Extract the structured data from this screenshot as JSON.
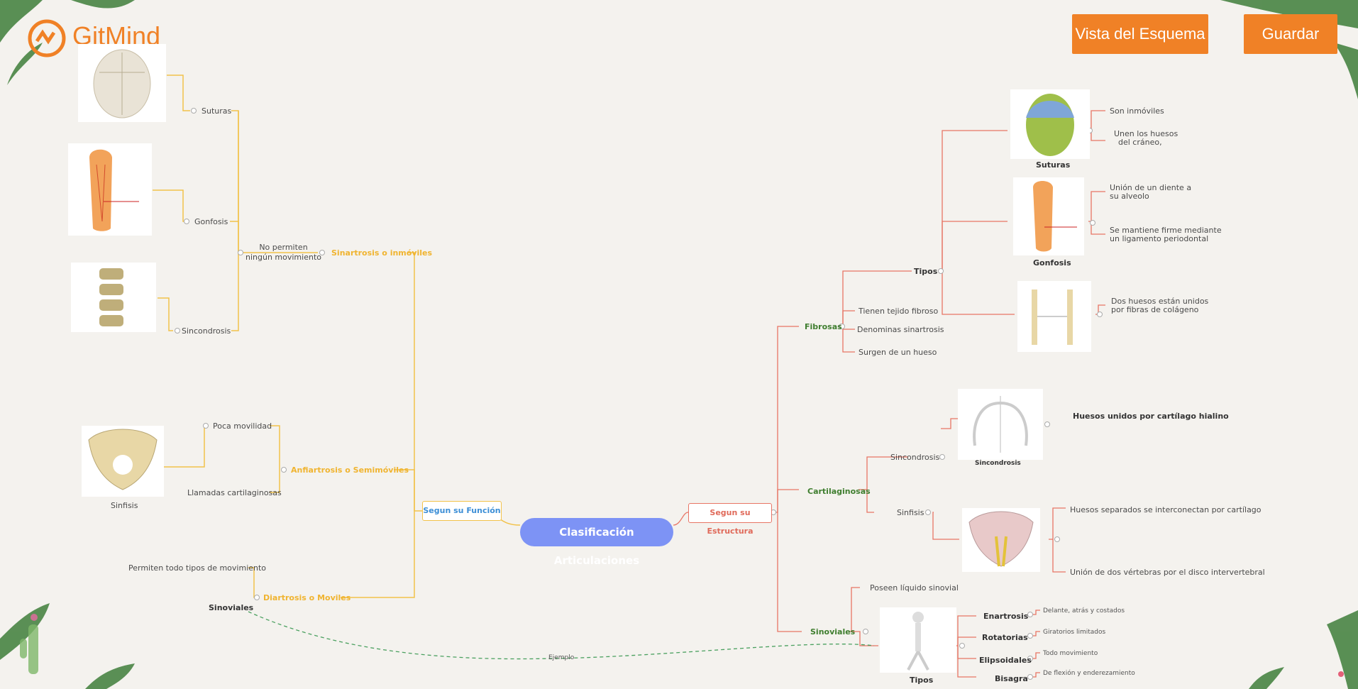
{
  "app": {
    "name": "GitMind"
  },
  "toolbar": {
    "outline_label": "Vista del Esquema",
    "save_label": "Guardar"
  },
  "colors": {
    "accent": "#f08126",
    "central": "#7d93f5",
    "left_branch": "#f2c24a",
    "right_branch": "#e87565"
  },
  "central": {
    "label": "Clasificación Articulaciones"
  },
  "left": {
    "branch_label": "Segun su Función",
    "sinartrosis": {
      "label": "Sinartrosis o inmóviles",
      "desc_line1": "No permiten",
      "desc_line2": "ningún movimiento",
      "items": [
        "Suturas",
        "Gonfosis",
        "Sincondrosis"
      ]
    },
    "anfiartrosis": {
      "label": "Anfiartrosis o Semimóviles",
      "items": [
        "Poca movilidad",
        "Llamadas cartilaginosas"
      ],
      "image_caption": "Sinfisis"
    },
    "diartrosis": {
      "label": "Diartrosis o Moviles",
      "items": [
        "Permiten todo tipos de movimiento"
      ],
      "child": "Sinoviales"
    },
    "example_label": "Ejemplo"
  },
  "right": {
    "branch_label": "Segun su Estructura",
    "fibrosas": {
      "label": "Fibrosas",
      "tipos_label": "Tipos",
      "facts": [
        "Tienen tejido fibroso",
        "Denominas sinartrosis",
        "Surgen de un hueso"
      ],
      "suturas": {
        "caption": "Suturas",
        "notes": [
          "Son inmóviles",
          "Unen los huesos",
          "del cráneo,"
        ]
      },
      "gonfosis": {
        "caption": "Gonfosis",
        "notes": [
          "Unión de un diente a",
          "su alveolo",
          "Se mantiene firme mediante",
          "un ligamento periodontal"
        ]
      },
      "sindesmosis": {
        "notes": [
          "Dos huesos están unidos",
          "por fibras de colágeno"
        ]
      }
    },
    "cartilaginosas": {
      "label": "Cartilaginosas",
      "sincondrosis": {
        "label": "Sincondrosis",
        "caption": "Sincondrosis",
        "note": "Huesos unidos por cartílago hialino"
      },
      "sinfisis": {
        "label": "Sinfisis",
        "notes": [
          "Huesos separados se interconectan por cartílago",
          "Unión de dos vértebras por el disco intervertebral"
        ]
      }
    },
    "sinoviales": {
      "label": "Sinoviales",
      "fact": "Poseen líquido sinovial",
      "tipos_caption": "Tipos",
      "types": [
        {
          "name": "Enartrosis",
          "note": "Delante, atrás y costados"
        },
        {
          "name": "Rotatorias",
          "note": "Giratorios limitados"
        },
        {
          "name": "Elipsoidales",
          "note": "Todo movimiento"
        },
        {
          "name": "Bisagra",
          "note": "De flexión y enderezamiento"
        }
      ]
    }
  }
}
